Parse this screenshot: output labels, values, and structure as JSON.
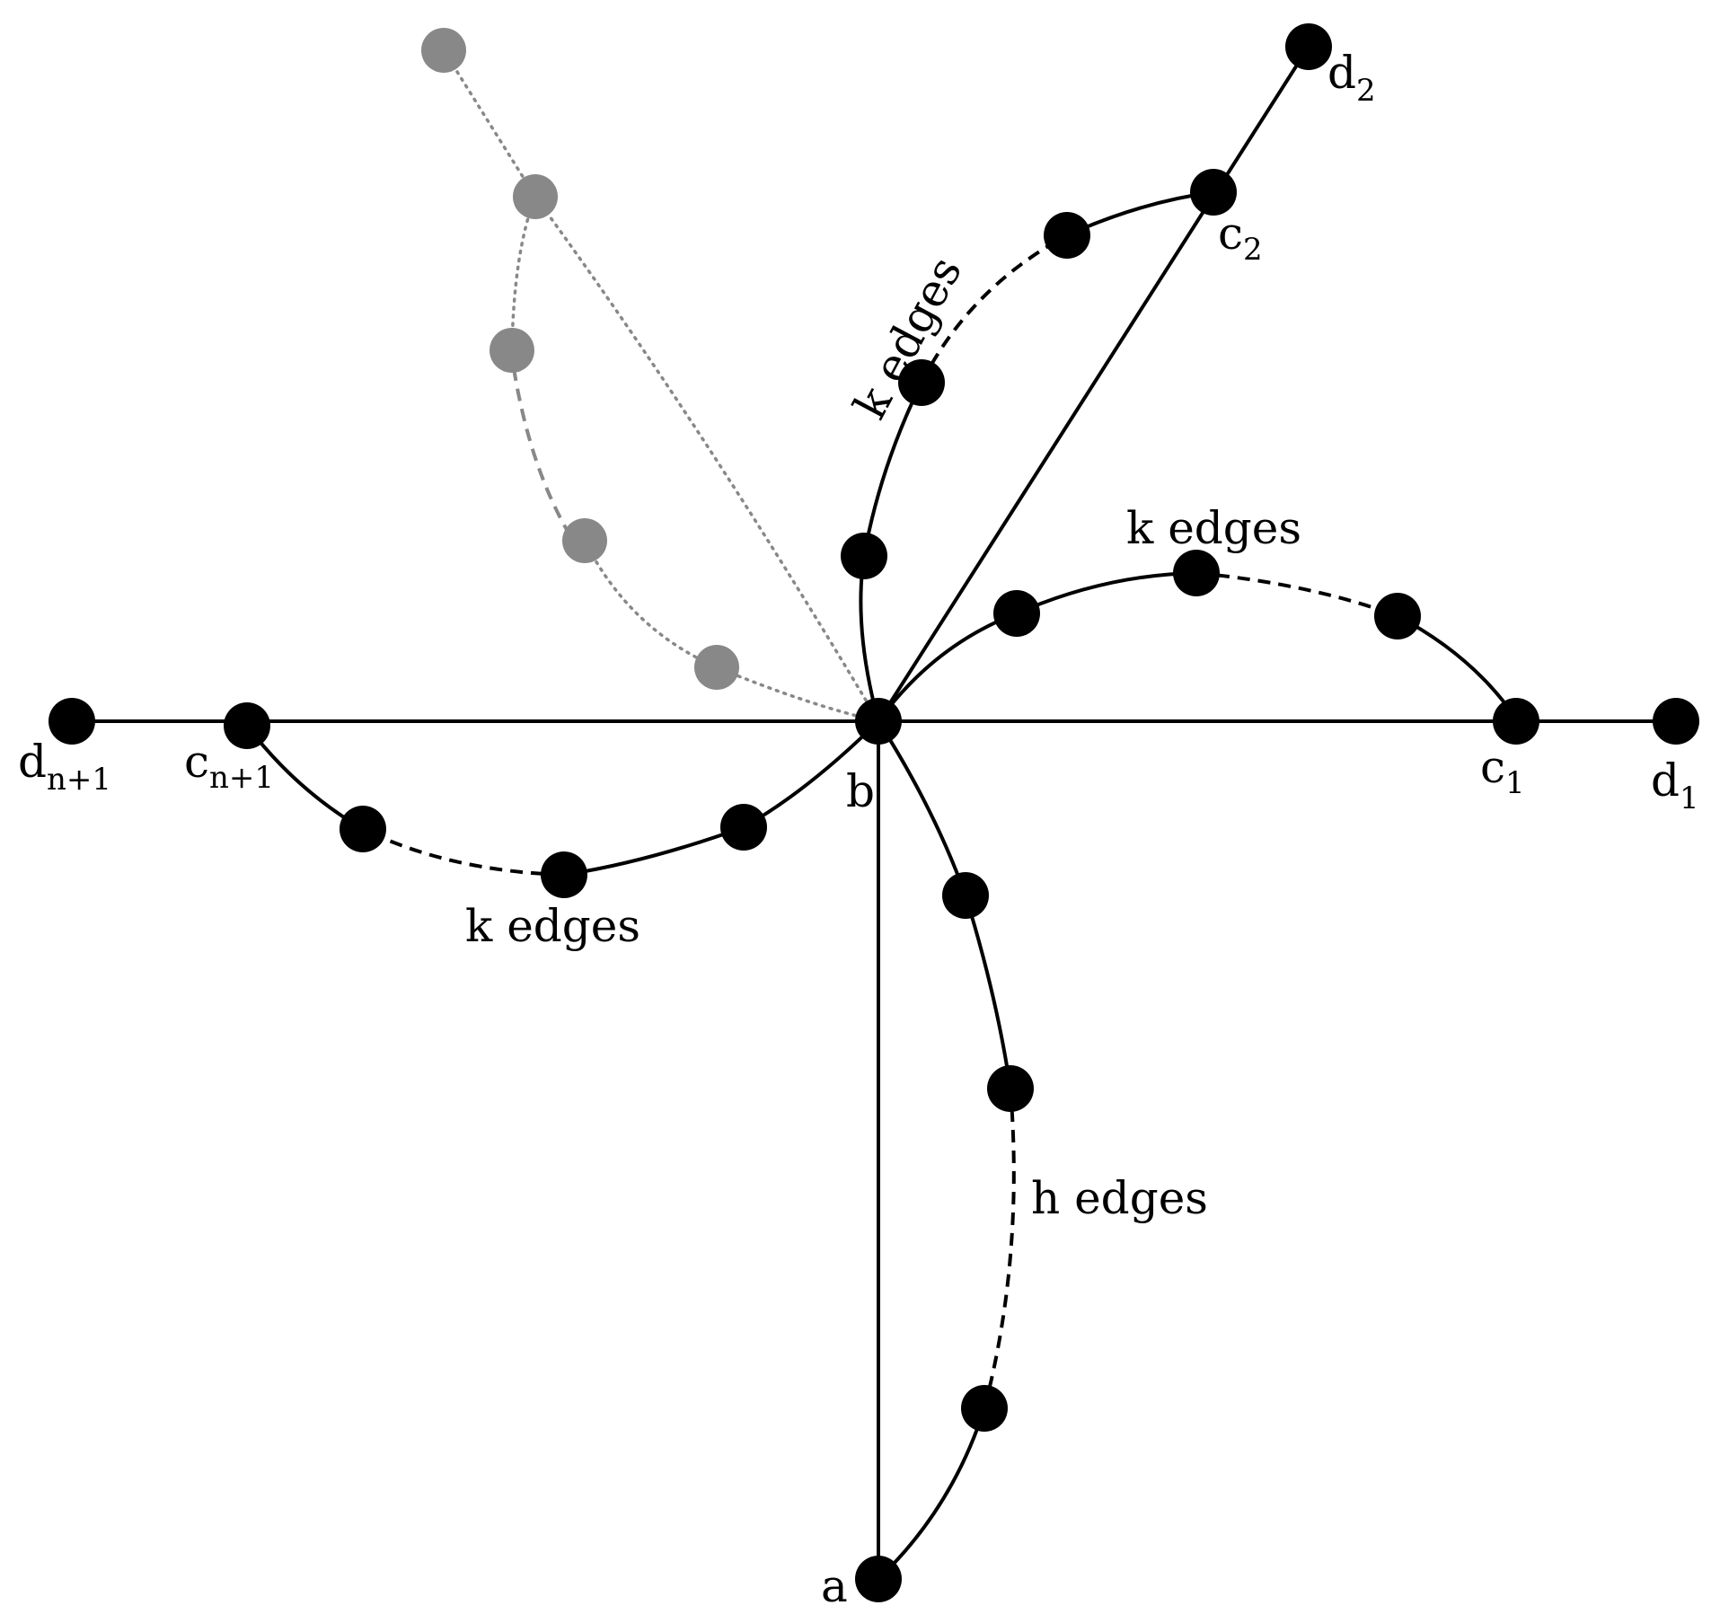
{
  "labels": {
    "a": "a",
    "b": "b",
    "c1": "c",
    "c1_sub": "1",
    "d1": "d",
    "d1_sub": "1",
    "c2": "c",
    "c2_sub": "2",
    "d2": "d",
    "d2_sub": "2",
    "cn1": "c",
    "cn1_sub": "n+1",
    "dn1": "d",
    "dn1_sub": "n+1",
    "k_edges_upper": "k edges",
    "k_edges_right": "k edges",
    "k_edges_left": "k edges",
    "h_edges": "h edges"
  },
  "colors": {
    "edge": "#000000",
    "node": "#000000",
    "ghost": "#888888"
  }
}
